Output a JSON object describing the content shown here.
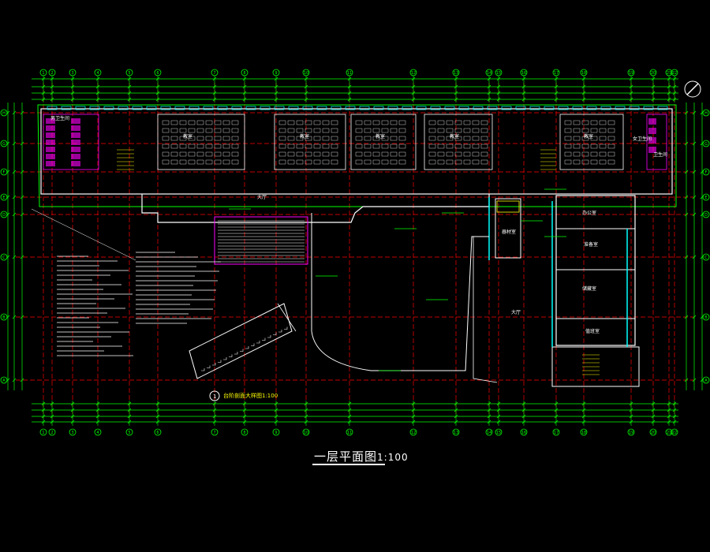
{
  "drawing": {
    "title": "一层平面图",
    "scale": "1:100",
    "sub_title": "台阶剖面大样图1:100",
    "north_symbol": "north-arrow"
  },
  "axes": {
    "top": [
      "1",
      "2",
      "3",
      "4",
      "5",
      "6",
      "7",
      "8",
      "9",
      "10",
      "11",
      "12",
      "13",
      "14",
      "15",
      "16",
      "17",
      "18",
      "19",
      "20",
      "21",
      "22"
    ],
    "side": [
      "H",
      "G",
      "F",
      "E",
      "D",
      "C",
      "B",
      "A"
    ]
  },
  "rooms": {
    "male_wc": "男卫生间",
    "female_wc": "女卫生间",
    "lobby": "大厅",
    "lobby2": "大厅",
    "classroom": "教室",
    "office": "办公室",
    "prep": "准备室",
    "store": "储藏室",
    "duty": "值班室",
    "equipment": "器材室",
    "wc_right": "卫生间"
  },
  "colors": {
    "grid": "#00ff00",
    "axis_red": "#ff0000",
    "wall": "#ffffff",
    "glass": "#00ffff",
    "toilet": "#ff00ff",
    "furniture": "#ffff00"
  }
}
